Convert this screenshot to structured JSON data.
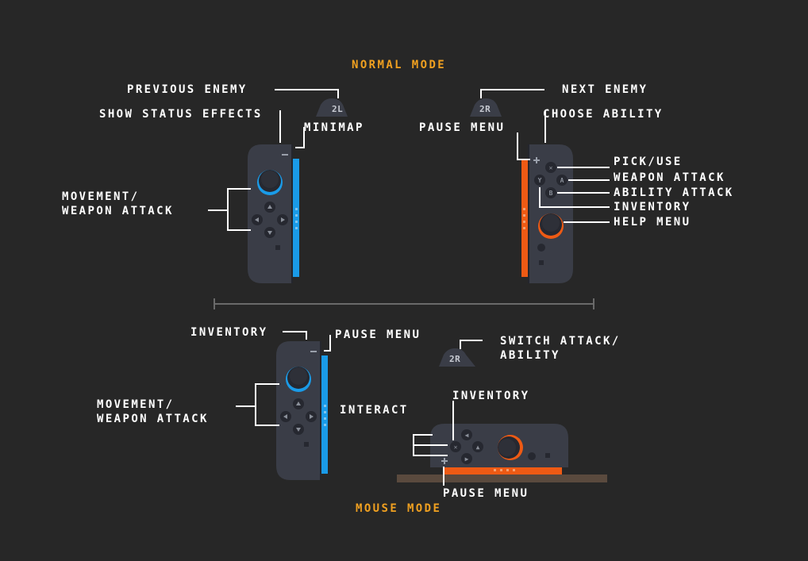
{
  "colors": {
    "background": "#272727",
    "accent_orange": "#f0a020",
    "joycon_body": "#3a3d47",
    "blue_rail": "#1a9be8",
    "orange_rail": "#ee5a14",
    "floor": "#5a4a3e"
  },
  "normal_mode": {
    "title": "NORMAL MODE",
    "left": {
      "trigger": "2L",
      "previous_enemy": "PREVIOUS ENEMY",
      "show_status_effects": "SHOW STATUS EFFECTS",
      "minimap": "MINIMAP",
      "movement": "MOVEMENT/\nWEAPON ATTACK"
    },
    "right": {
      "trigger": "2R",
      "next_enemy": "NEXT ENEMY",
      "choose_ability": "CHOOSE ABILITY",
      "pause_menu": "PAUSE MENU",
      "pick_use": "PICK/USE",
      "weapon_attack": "WEAPON ATTACK",
      "ability_attack": "ABILITY ATTACK",
      "inventory": "INVENTORY",
      "help_menu": "HELP MENU"
    }
  },
  "mouse_mode": {
    "title": "MOUSE MODE",
    "trigger": "2R",
    "inventory_top": "INVENTORY",
    "pause_menu_top": "PAUSE MENU",
    "switch_attack": "SWITCH ATTACK/\nABILITY",
    "movement": "MOVEMENT/\nWEAPON ATTACK",
    "inventory_mouse": "INVENTORY",
    "interact": "INTERACT",
    "pause_menu_bottom": "PAUSE MENU"
  }
}
